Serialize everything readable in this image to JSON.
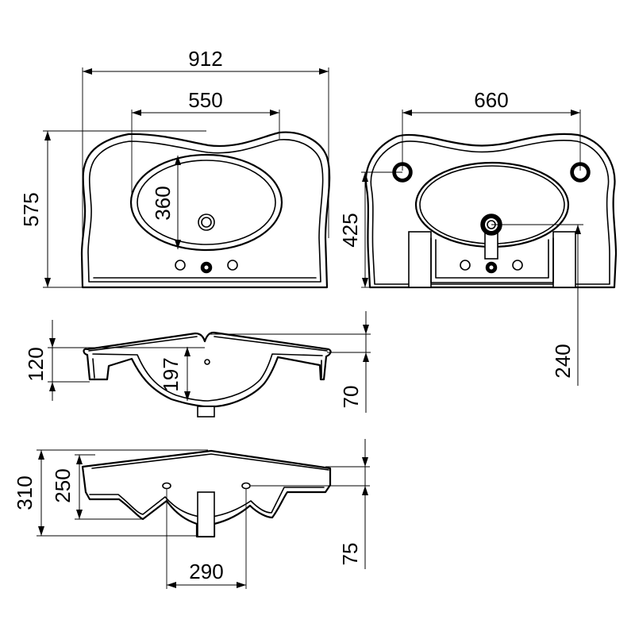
{
  "dimensions": {
    "overall_width": "912",
    "bowl_width": "550",
    "bowl_depth": "360",
    "overall_depth": "575",
    "rear_width": "660",
    "rear_height": "425",
    "drain_height": "240",
    "side_height": "120",
    "bowl_inner_depth": "197",
    "drain_offset": "70",
    "front_height": "310",
    "front_inner_height": "250",
    "front_bottom": "75",
    "drain_spacing": "290"
  }
}
